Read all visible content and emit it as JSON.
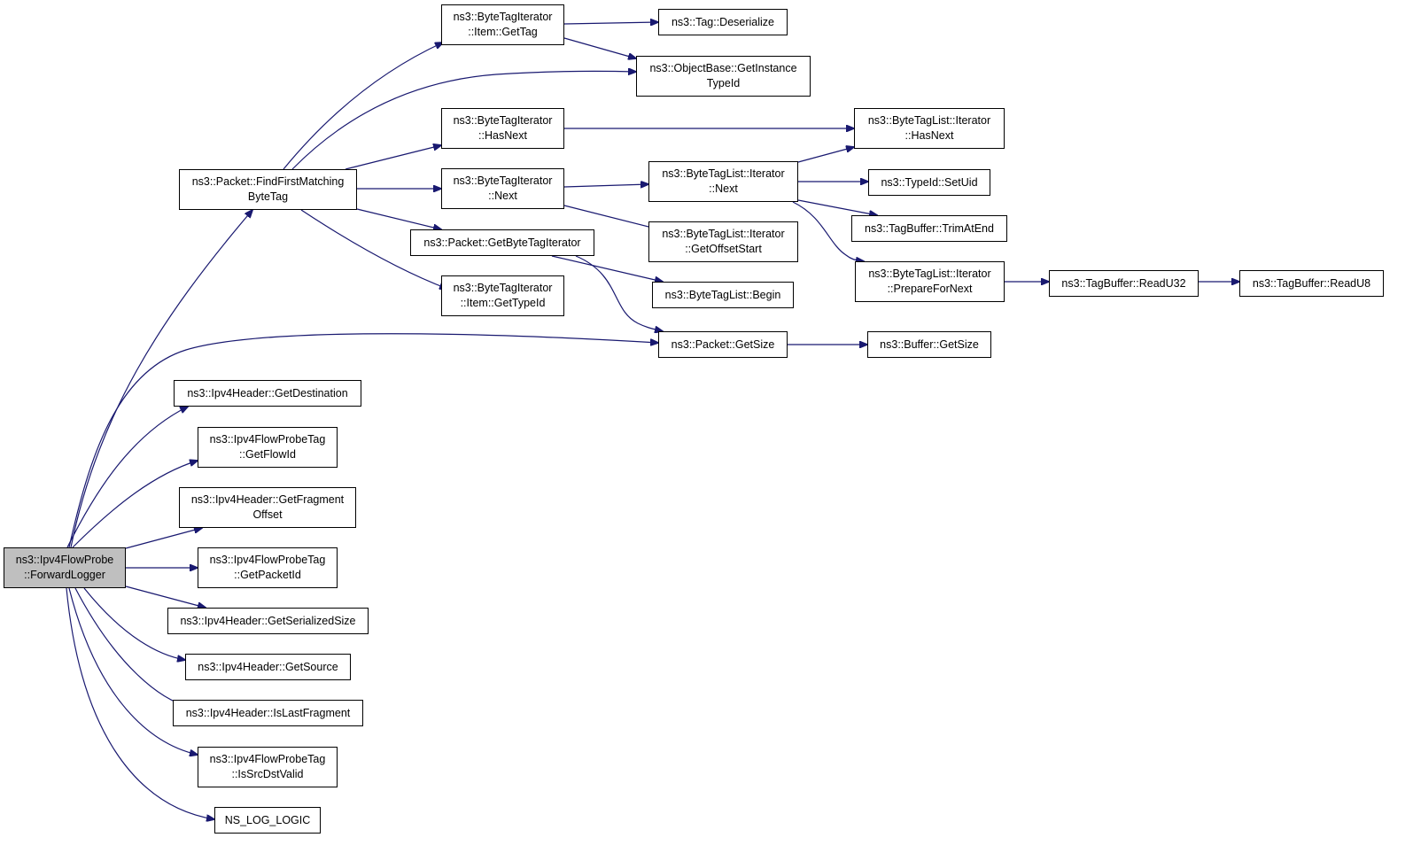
{
  "diagram": {
    "colors": {
      "edge": "#191970",
      "root_fill": "#bfbfbf",
      "node_fill": "#ffffff",
      "border": "#000000"
    },
    "nodes": [
      {
        "id": "root",
        "lines": [
          "ns3::Ipv4FlowProbe",
          "::ForwardLogger"
        ]
      },
      {
        "id": "find_first",
        "lines": [
          "ns3::Packet::FindFirstMatching",
          "ByteTag"
        ]
      },
      {
        "id": "get_destination",
        "lines": [
          "ns3::Ipv4Header::GetDestination"
        ]
      },
      {
        "id": "get_flow_id",
        "lines": [
          "ns3::Ipv4FlowProbeTag",
          "::GetFlowId"
        ]
      },
      {
        "id": "get_fragment_offset",
        "lines": [
          "ns3::Ipv4Header::GetFragment",
          "Offset"
        ]
      },
      {
        "id": "get_packet_id",
        "lines": [
          "ns3::Ipv4FlowProbeTag",
          "::GetPacketId"
        ]
      },
      {
        "id": "get_serialized_size",
        "lines": [
          "ns3::Ipv4Header::GetSerializedSize"
        ]
      },
      {
        "id": "get_source",
        "lines": [
          "ns3::Ipv4Header::GetSource"
        ]
      },
      {
        "id": "is_last_fragment",
        "lines": [
          "ns3::Ipv4Header::IsLastFragment"
        ]
      },
      {
        "id": "is_src_dst_valid",
        "lines": [
          "ns3::Ipv4FlowProbeTag",
          "::IsSrcDstValid"
        ]
      },
      {
        "id": "ns_log_logic",
        "lines": [
          "NS_LOG_LOGIC"
        ]
      },
      {
        "id": "bti_item_get_tag",
        "lines": [
          "ns3::ByteTagIterator",
          "::Item::GetTag"
        ]
      },
      {
        "id": "bti_has_next",
        "lines": [
          "ns3::ByteTagIterator",
          "::HasNext"
        ]
      },
      {
        "id": "bti_next",
        "lines": [
          "ns3::ByteTagIterator",
          "::Next"
        ]
      },
      {
        "id": "get_byte_tag_iterator",
        "lines": [
          "ns3::Packet::GetByteTagIterator"
        ]
      },
      {
        "id": "bti_item_get_type_id",
        "lines": [
          "ns3::ByteTagIterator",
          "::Item::GetTypeId"
        ]
      },
      {
        "id": "packet_get_size",
        "lines": [
          "ns3::Packet::GetSize"
        ]
      },
      {
        "id": "tag_deserialize",
        "lines": [
          "ns3::Tag::Deserialize"
        ]
      },
      {
        "id": "objectbase_get_instance_typeid",
        "lines": [
          "ns3::ObjectBase::GetInstance",
          "TypeId"
        ]
      },
      {
        "id": "btl_iter_next",
        "lines": [
          "ns3::ByteTagList::Iterator",
          "::Next"
        ]
      },
      {
        "id": "btl_iter_get_offset_start",
        "lines": [
          "ns3::ByteTagList::Iterator",
          "::GetOffsetStart"
        ]
      },
      {
        "id": "btl_begin",
        "lines": [
          "ns3::ByteTagList::Begin"
        ]
      },
      {
        "id": "buffer_get_size",
        "lines": [
          "ns3::Buffer::GetSize"
        ]
      },
      {
        "id": "btl_iter_has_next",
        "lines": [
          "ns3::ByteTagList::Iterator",
          "::HasNext"
        ]
      },
      {
        "id": "typeid_set_uid",
        "lines": [
          "ns3::TypeId::SetUid"
        ]
      },
      {
        "id": "tagbuffer_trim_at_end",
        "lines": [
          "ns3::TagBuffer::TrimAtEnd"
        ]
      },
      {
        "id": "btl_iter_prepare_for_next",
        "lines": [
          "ns3::ByteTagList::Iterator",
          "::PrepareForNext"
        ]
      },
      {
        "id": "tagbuffer_read_u32",
        "lines": [
          "ns3::TagBuffer::ReadU32"
        ]
      },
      {
        "id": "tagbuffer_read_u8",
        "lines": [
          "ns3::TagBuffer::ReadU8"
        ]
      }
    ],
    "edges": [
      {
        "from": "root",
        "to": "find_first"
      },
      {
        "from": "root",
        "to": "packet_get_size"
      },
      {
        "from": "root",
        "to": "get_destination"
      },
      {
        "from": "root",
        "to": "get_flow_id"
      },
      {
        "from": "root",
        "to": "get_fragment_offset"
      },
      {
        "from": "root",
        "to": "get_packet_id"
      },
      {
        "from": "root",
        "to": "get_serialized_size"
      },
      {
        "from": "root",
        "to": "get_source"
      },
      {
        "from": "root",
        "to": "is_last_fragment"
      },
      {
        "from": "root",
        "to": "is_src_dst_valid"
      },
      {
        "from": "root",
        "to": "ns_log_logic"
      },
      {
        "from": "find_first",
        "to": "bti_item_get_tag"
      },
      {
        "from": "find_first",
        "to": "objectbase_get_instance_typeid"
      },
      {
        "from": "find_first",
        "to": "bti_has_next"
      },
      {
        "from": "find_first",
        "to": "bti_next"
      },
      {
        "from": "find_first",
        "to": "get_byte_tag_iterator"
      },
      {
        "from": "find_first",
        "to": "bti_item_get_type_id"
      },
      {
        "from": "bti_item_get_tag",
        "to": "tag_deserialize"
      },
      {
        "from": "bti_item_get_tag",
        "to": "objectbase_get_instance_typeid"
      },
      {
        "from": "bti_has_next",
        "to": "btl_iter_has_next"
      },
      {
        "from": "bti_next",
        "to": "btl_iter_next"
      },
      {
        "from": "bti_next",
        "to": "btl_iter_get_offset_start"
      },
      {
        "from": "get_byte_tag_iterator",
        "to": "btl_begin"
      },
      {
        "from": "get_byte_tag_iterator",
        "to": "packet_get_size"
      },
      {
        "from": "btl_iter_next",
        "to": "btl_iter_has_next"
      },
      {
        "from": "btl_iter_next",
        "to": "typeid_set_uid"
      },
      {
        "from": "btl_iter_next",
        "to": "tagbuffer_trim_at_end"
      },
      {
        "from": "btl_iter_next",
        "to": "btl_iter_prepare_for_next"
      },
      {
        "from": "btl_iter_prepare_for_next",
        "to": "tagbuffer_read_u32"
      },
      {
        "from": "tagbuffer_read_u32",
        "to": "tagbuffer_read_u8"
      },
      {
        "from": "packet_get_size",
        "to": "buffer_get_size"
      }
    ]
  }
}
